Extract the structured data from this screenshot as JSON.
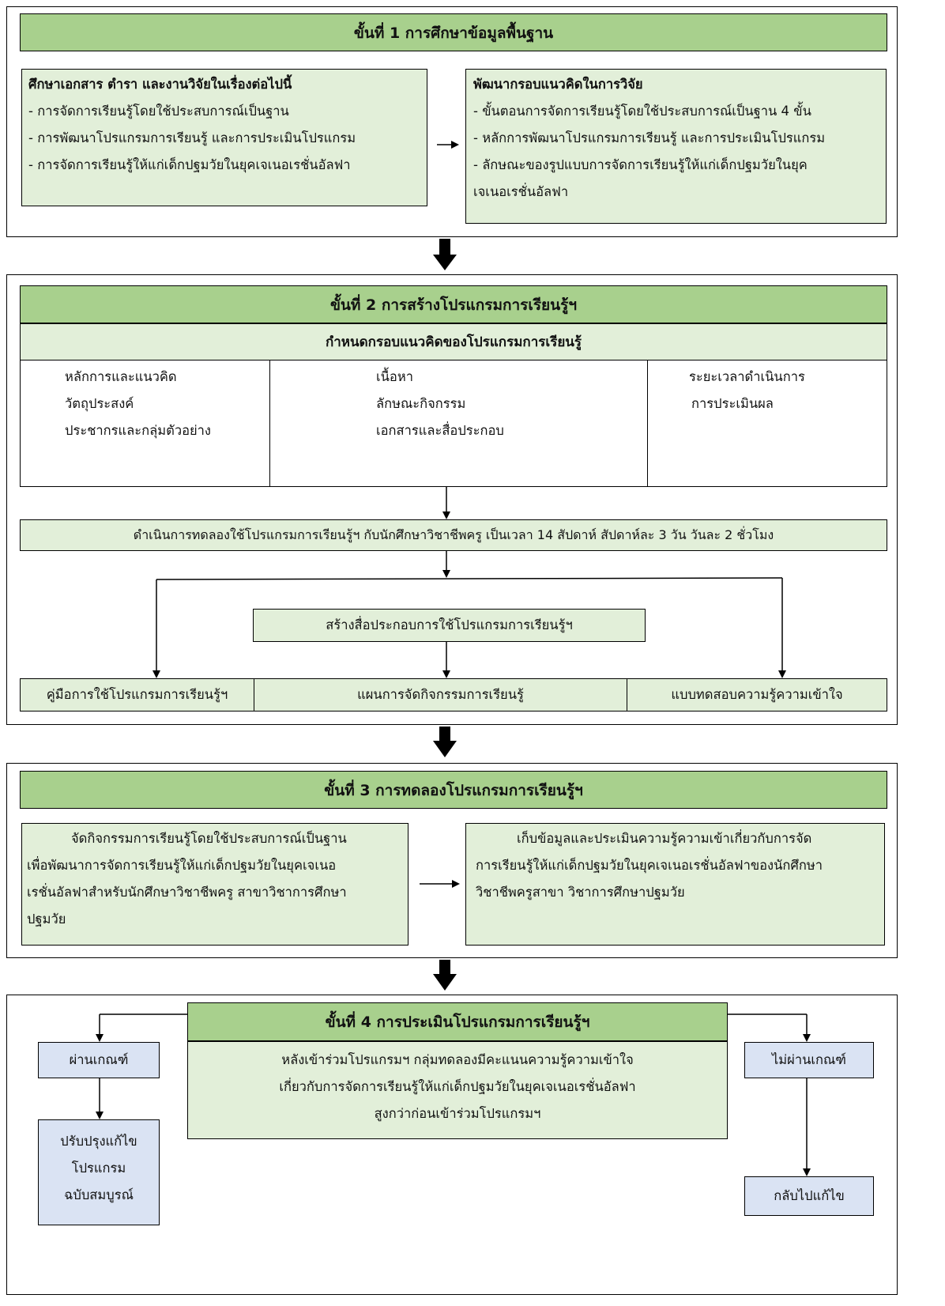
{
  "step1": {
    "title": "ขั้นที่ 1 การศึกษาข้อมูลพื้นฐาน",
    "left_box": {
      "heading": "ศึกษาเอกสาร ตำรา และงานวิจัยในเรื่องต่อไปนี้",
      "items": [
        "- การจัดการเรียนรู้โดยใช้ประสบการณ์เป็นฐาน",
        "- การพัฒนาโปรแกรมการเรียนรู้ และการประเมินโปรแกรม",
        "- การจัดการเรียนรู้ให้แก่เด็กปฐมวัยในยุคเจเนอเรชั่นอัลฟา"
      ]
    },
    "right_box": {
      "heading": "พัฒนากรอบแนวคิดในการวิจัย",
      "items": [
        "- ขั้นตอนการจัดการเรียนรู้โดยใช้ประสบการณ์เป็นฐาน 4 ขั้น",
        "- หลักการพัฒนาโปรแกรมการเรียนรู้ และการประเมินโปรแกรม",
        "- ลักษณะของรูปแบบการจัดการเรียนรู้ให้แก่เด็กปฐมวัยในยุค",
        "เจเนอเรชั่นอัลฟา"
      ]
    }
  },
  "step2": {
    "title": "ขั้นที่ 2 การสร้างโปรแกรมการเรียนรู้ฯ",
    "framework_title": "กำหนดกรอบแนวคิดของโปรแกรมการเรียนรู้",
    "col1": [
      "หลักการและแนวคิด",
      "วัตถุประสงค์",
      "ประชากรและกลุ่มตัวอย่าง"
    ],
    "col2": [
      "เนื้อหา",
      "ลักษณะกิจกรรม",
      "เอกสารและสื่อประกอบ"
    ],
    "col3": [
      "ระยะเวลาดำเนินการ",
      "การประเมินผล"
    ],
    "trial": "ดำเนินการทดลองใช้โปรแกรมการเรียนรู้ฯ กับนักศึกษาวิชาชีพครู เป็นเวลา 14 สัปดาห์ สัปดาห์ละ 3 วัน วันละ 2 ชั่วโมง",
    "media": "สร้างสื่อประกอบการใช้โปรแกรมการเรียนรู้ฯ",
    "outputs": [
      "คู่มือการใช้โปรแกรมการเรียนรู้ฯ",
      "แผนการจัดกิจกรรมการเรียนรู้",
      "แบบทดสอบความรู้ความเข้าใจ"
    ]
  },
  "step3": {
    "title": "ขั้นที่ 3 การทดลองโปรแกรมการเรียนรู้ฯ",
    "left_lines": [
      "จัดกิจกรรมการเรียนรู้โดยใช้ประสบการณ์เป็นฐาน",
      "เพื่อพัฒนาการจัดการเรียนรู้ให้แก่เด็กปฐมวัยในยุคเจเนอ",
      "เรชั่นอัลฟาสำหรับนักศึกษาวิชาชีพครู สาขาวิชาการศึกษา",
      "ปฐมวัย"
    ],
    "right_lines": [
      "เก็บข้อมูลและประเมินความรู้ความเข้าเกี่ยวกับการจัด",
      "การเรียนรู้ให้แก่เด็กปฐมวัยในยุคเจเนอเรชั่นอัลฟาของนักศึกษา",
      "วิชาชีพครูสาขา วิชาการศึกษาปฐมวัย"
    ]
  },
  "step4": {
    "title": "ขั้นที่ 4 การประเมินโปรแกรมการเรียนรู้ฯ",
    "body_lines": [
      "หลังเข้าร่วมโปรแกรมฯ กลุ่มทดลองมีคะแนนความรู้ความเข้าใจ",
      "เกี่ยวกับการจัดการเรียนรู้ให้แก่เด็กปฐมวัยในยุคเจเนอเรชั่นอัลฟา",
      "สูงกว่าก่อนเข้าร่วมโปรแกรมฯ"
    ],
    "pass": "ผ่านเกณฑ์",
    "improve_lines": [
      "ปรับปรุงแก้ไข",
      "โปรแกรม",
      "ฉบับสมบูรณ์"
    ],
    "fail": "ไม่ผ่านเกณฑ์",
    "return": "กลับไปแก้ไข"
  },
  "colors": {
    "header_green": "#a8d08d",
    "box_green": "#e2efd9",
    "box_blue": "#dae3f3",
    "border": "#000000"
  }
}
